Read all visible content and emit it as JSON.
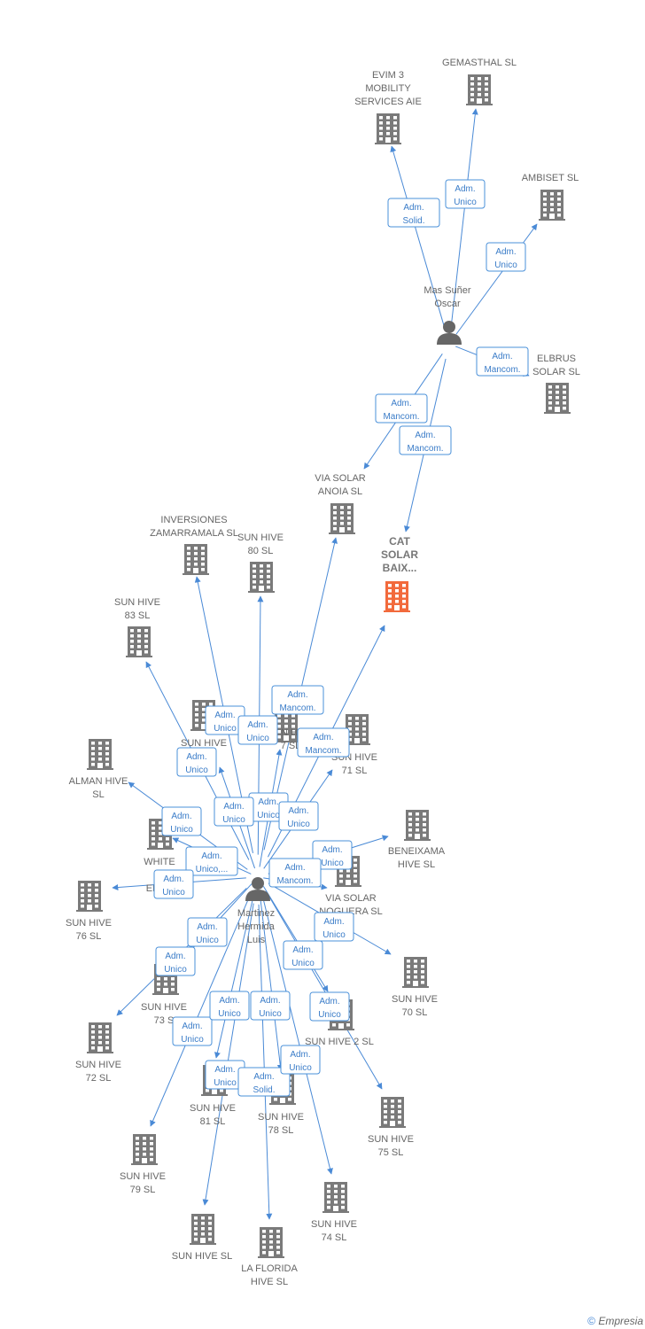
{
  "colors": {
    "company": "#7a7a7a",
    "highlight": "#f26a3c",
    "person": "#666666",
    "edge": "#4a8ad6"
  },
  "footer": {
    "copyright": "©",
    "brand": "Empresia"
  },
  "nodes": [
    {
      "id": "evim",
      "type": "company",
      "lines": [
        "EVIM 3",
        "MOBILITY",
        "SERVICES AIE"
      ]
    },
    {
      "id": "gemasthal",
      "type": "company",
      "lines": [
        "GEMASTHAL SL"
      ]
    },
    {
      "id": "ambiset",
      "type": "company",
      "lines": [
        "AMBISET SL"
      ]
    },
    {
      "id": "mas",
      "type": "person",
      "lines": [
        "Mas Suñer",
        "Oscar"
      ]
    },
    {
      "id": "elbrus",
      "type": "company",
      "lines": [
        "ELBRUS",
        "SOLAR  SL"
      ]
    },
    {
      "id": "viaanoia",
      "type": "company",
      "lines": [
        "VIA SOLAR",
        "ANOIA  SL"
      ]
    },
    {
      "id": "cat",
      "type": "highlight",
      "lines": [
        "CAT",
        "SOLAR",
        "BAIX..."
      ]
    },
    {
      "id": "inversiones",
      "type": "company",
      "lines": [
        "INVERSIONES",
        "ZAMARRAMALA SL"
      ]
    },
    {
      "id": "sh80",
      "type": "company",
      "lines": [
        "SUN HIVE",
        "80  SL"
      ]
    },
    {
      "id": "sh83",
      "type": "company",
      "lines": [
        "SUN HIVE",
        "83  SL"
      ]
    },
    {
      "id": "shx",
      "type": "company",
      "lines": [
        "SUN HIVE"
      ]
    },
    {
      "id": "sh77",
      "type": "company",
      "lines": [
        "N HI",
        "7  SL"
      ]
    },
    {
      "id": "sh71",
      "type": "company",
      "lines": [
        "SUN HIVE",
        "71  SL"
      ]
    },
    {
      "id": "alman",
      "type": "company",
      "lines": [
        "ALMAN HIVE",
        "SL"
      ]
    },
    {
      "id": "white",
      "type": "company",
      "lines": [
        "WHITE",
        "LI",
        "ENER"
      ]
    },
    {
      "id": "beneixama",
      "type": "company",
      "lines": [
        "BENEIXAMA",
        "HIVE  SL"
      ]
    },
    {
      "id": "noguera",
      "type": "company",
      "lines": [
        "VIA SOLAR",
        "NOGUERA  SL"
      ]
    },
    {
      "id": "sh76",
      "type": "company",
      "lines": [
        "SUN HIVE",
        "76  SL"
      ]
    },
    {
      "id": "martinez",
      "type": "person",
      "lines": [
        "Martinez",
        "Hermida",
        "Luis"
      ]
    },
    {
      "id": "sh73",
      "type": "company",
      "lines": [
        "SUN HIVE",
        "73  S"
      ]
    },
    {
      "id": "sh70",
      "type": "company",
      "lines": [
        "SUN HIVE",
        "70  SL"
      ]
    },
    {
      "id": "sh2",
      "type": "company",
      "lines": [
        "SUN HIVE 2  SL"
      ]
    },
    {
      "id": "sh72",
      "type": "company",
      "lines": [
        "SUN HIVE",
        "72  SL"
      ]
    },
    {
      "id": "sh81",
      "type": "company",
      "lines": [
        "SUN HIVE",
        "81  SL"
      ]
    },
    {
      "id": "sh78",
      "type": "company",
      "lines": [
        "SUN HIVE",
        "78  SL"
      ]
    },
    {
      "id": "sh75",
      "type": "company",
      "lines": [
        "SUN HIVE",
        "75  SL"
      ]
    },
    {
      "id": "sh79",
      "type": "company",
      "lines": [
        "SUN HIVE",
        "79  SL"
      ]
    },
    {
      "id": "sh74",
      "type": "company",
      "lines": [
        "SUN HIVE",
        "74  SL"
      ]
    },
    {
      "id": "shsl",
      "type": "company",
      "lines": [
        "SUN HIVE  SL"
      ]
    },
    {
      "id": "florida",
      "type": "company",
      "lines": [
        "LA FLORIDA",
        "HIVE  SL"
      ]
    }
  ],
  "edges": [
    {
      "from": "mas",
      "to": "evim",
      "lines": [
        "Adm.",
        "Solid."
      ]
    },
    {
      "from": "mas",
      "to": "gemasthal",
      "lines": [
        "Adm.",
        "Unico"
      ]
    },
    {
      "from": "mas",
      "to": "ambiset",
      "lines": [
        "Adm.",
        "Unico"
      ]
    },
    {
      "from": "mas",
      "to": "elbrus",
      "lines": [
        "Adm.",
        "Mancom."
      ]
    },
    {
      "from": "mas",
      "to": "viaanoia",
      "lines": [
        "Adm.",
        "Mancom."
      ]
    },
    {
      "from": "mas",
      "to": "cat",
      "lines": [
        "Adm.",
        "Mancom."
      ]
    },
    {
      "from": "martinez",
      "to": "viaanoia",
      "lines": [
        "Adm.",
        "Mancom."
      ]
    },
    {
      "from": "martinez",
      "to": "cat",
      "lines": [
        "Adm.",
        "Mancom."
      ]
    },
    {
      "from": "martinez",
      "to": "inversiones",
      "lines": [
        "Adm.",
        "Unico"
      ]
    },
    {
      "from": "martinez",
      "to": "sh80",
      "lines": [
        "Adm.",
        "Unico"
      ]
    },
    {
      "from": "martinez",
      "to": "sh83",
      "lines": [
        "Adm.",
        "Unico"
      ]
    },
    {
      "from": "martinez",
      "to": "sh77",
      "lines": [
        "Adm.",
        "Unico"
      ]
    },
    {
      "from": "martinez",
      "to": "sh71",
      "lines": [
        "Adm.",
        "Unico"
      ]
    },
    {
      "from": "martinez",
      "to": "shx",
      "lines": [
        "Adm.",
        "Unico"
      ]
    },
    {
      "from": "martinez",
      "to": "alman",
      "lines": [
        "Adm.",
        "Unico"
      ]
    },
    {
      "from": "martinez",
      "to": "white",
      "lines": [
        "Adm.",
        "Unico,..."
      ]
    },
    {
      "from": "martinez",
      "to": "sh76",
      "lines": [
        "Adm.",
        "Unico"
      ]
    },
    {
      "from": "martinez",
      "to": "beneixama",
      "lines": [
        "Adm.",
        "Unico"
      ]
    },
    {
      "from": "martinez",
      "to": "noguera",
      "lines": [
        "Adm.",
        "Mancom."
      ]
    },
    {
      "from": "martinez",
      "to": "sh70",
      "lines": [
        "Adm.",
        "Unico"
      ]
    },
    {
      "from": "martinez",
      "to": "sh73",
      "lines": [
        "Adm.",
        "Unico"
      ]
    },
    {
      "from": "martinez",
      "to": "sh72",
      "lines": [
        "Adm.",
        "Unico"
      ]
    },
    {
      "from": "martinez",
      "to": "sh2",
      "lines": [
        "Adm.",
        "Unico"
      ]
    },
    {
      "from": "martinez",
      "to": "sh75",
      "lines": [
        "Adm.",
        "Unico"
      ]
    },
    {
      "from": "martinez",
      "to": "sh79",
      "lines": [
        "Adm.",
        "Unico"
      ]
    },
    {
      "from": "martinez",
      "to": "sh81",
      "lines": [
        "Adm.",
        "Unico"
      ]
    },
    {
      "from": "martinez",
      "to": "sh78",
      "lines": [
        "Adm.",
        "Unico"
      ]
    },
    {
      "from": "martinez",
      "to": "shsl",
      "lines": [
        "Adm.",
        "Unico"
      ]
    },
    {
      "from": "martinez",
      "to": "florida",
      "lines": [
        "Adm.",
        "Solid."
      ]
    },
    {
      "from": "martinez",
      "to": "sh74",
      "lines": [
        "Adm.",
        "Unico"
      ]
    }
  ]
}
